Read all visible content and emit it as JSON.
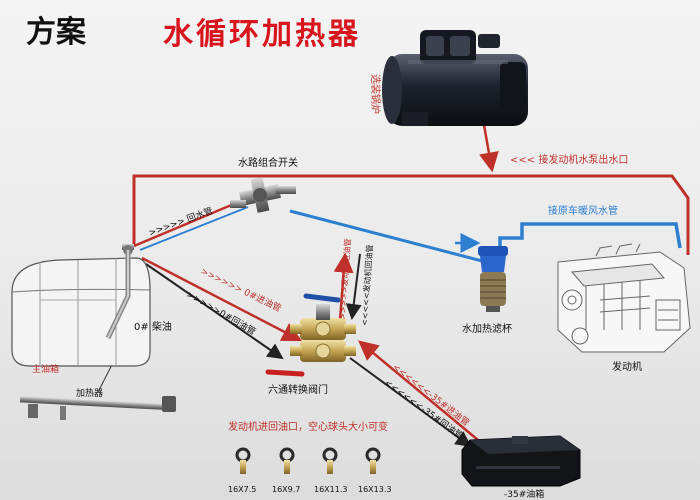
{
  "header": {
    "scheme_label": "方案",
    "title": "水循环加热器"
  },
  "labels": {
    "heater": "选装锅炉",
    "water_switch": "水路组合开关",
    "pump_outlet": "<<< 接发动机水泵出水口",
    "return_pipe": ">>>>> 回水管",
    "heater_pipe": "接原车暖风水管",
    "fuel_in_0": ">>>>>> 0#进油管",
    "fuel_return_0": ">>>>>0#回油管",
    "diesel_0": "0# 柴油",
    "main_tank": "主油箱",
    "tank_heater": "加热器",
    "engine_in": ">>>>>发动机进油管",
    "engine_return": "<<<<<发动机回油管",
    "filter_cup": "水加热滤杯",
    "engine": "发动机",
    "valve": "六通转换阀门",
    "fuel_in_35": "<<<<<<-35#进油管",
    "fuel_return_35": "<<<<<<-35#回油管",
    "tank_35": "-35#油箱",
    "fittings_note": "发动机进回油口，空心球头大小可变",
    "fittings": [
      "16X7.5",
      "16X9.7",
      "16X11.3",
      "16X13.3"
    ]
  },
  "colors": {
    "title_red": "#d8141c",
    "pipe_red": "#c0302a",
    "pipe_blue": "#2d7fd0",
    "line_dark": "#222222"
  }
}
